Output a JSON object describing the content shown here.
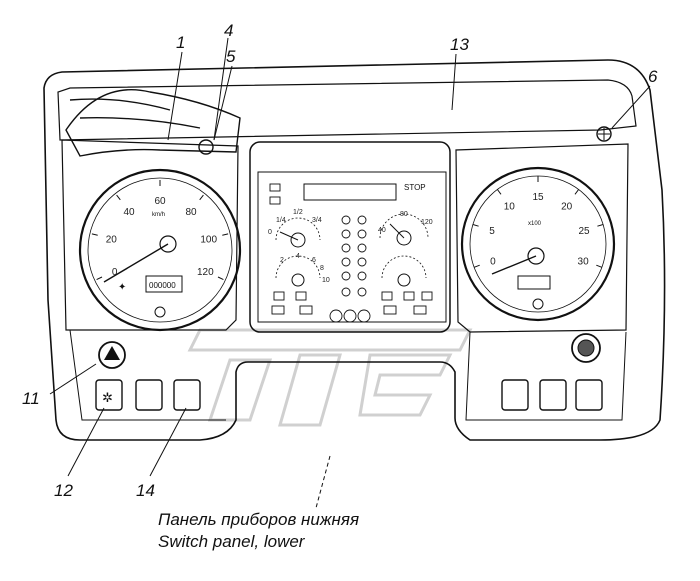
{
  "callouts": {
    "c1": "1",
    "c4": "4",
    "c5": "5",
    "c6": "6",
    "c11": "11",
    "c12": "12",
    "c13": "13",
    "c14": "14"
  },
  "speedometer": {
    "ticks": [
      "0",
      "20",
      "40",
      "60",
      "80",
      "100",
      "120"
    ],
    "unit": "km/h",
    "odometer": "000000"
  },
  "tachometer": {
    "ticks": [
      "0",
      "5",
      "10",
      "15",
      "20",
      "25",
      "30"
    ],
    "unit": "x100"
  },
  "center_cluster": {
    "stop_label": "STOP",
    "fuel_half": "1/2",
    "fuel_quarter": "1/4",
    "fuel_three_quarter": "3/4",
    "fuel_zero": "0",
    "temp_ticks": [
      "40",
      "80",
      "120"
    ],
    "pressure_ticks": [
      "2",
      "4",
      "6",
      "8",
      "10"
    ]
  },
  "caption": {
    "line_ru": "Панель приборов нижняя",
    "line_en": "Switch panel, lower"
  }
}
